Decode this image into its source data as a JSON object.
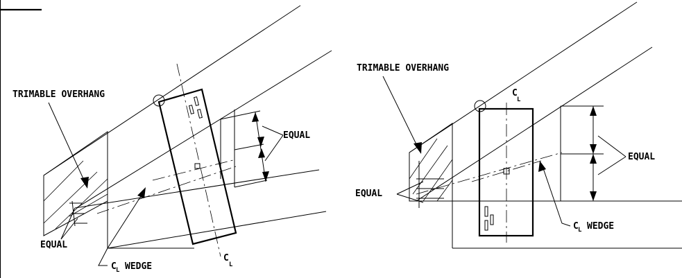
{
  "left": {
    "trimable_overhang": "TRIMABLE OVERHANG",
    "equal_upper": "EQUAL",
    "equal_lower": "EQUAL",
    "wedge_cl": "WEDGE",
    "cl_symbol": "C",
    "cl_symbol_sub": "L"
  },
  "right": {
    "trimable_overhang": "TRIMABLE OVERHANG",
    "equal_upper": "EQUAL",
    "equal_lower": "EQUAL",
    "wedge_cl": "WEDGE",
    "cl_symbol": "C",
    "cl_symbol_sub": "L"
  }
}
